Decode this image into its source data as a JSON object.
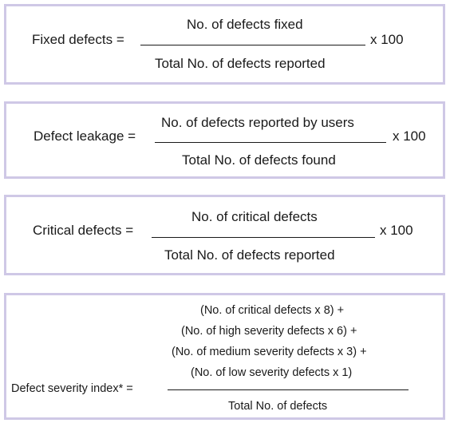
{
  "formulas": [
    {
      "label": "Fixed defects =",
      "numerator": [
        "No. of defects fixed"
      ],
      "denominator": "Total No. of defects reported",
      "multiplier": "x 100"
    },
    {
      "label": "Defect leakage =",
      "numerator": [
        "No. of defects reported by users"
      ],
      "denominator": "Total No. of defects found",
      "multiplier": "x 100"
    },
    {
      "label": "Critical defects =",
      "numerator": [
        "No. of critical defects"
      ],
      "denominator": "Total No. of defects reported",
      "multiplier": "x 100"
    },
    {
      "label": "Defect severity index* =",
      "numerator": [
        "(No. of critical defects x 8) +",
        "(No. of high severity defects x 6) +",
        "(No. of medium severity defects x 3) +",
        "(No. of low severity defects x 1)"
      ],
      "denominator": "Total No. of defects",
      "multiplier": ""
    }
  ],
  "colors": {
    "border": "#cfc8e6",
    "text": "#1a1a1a"
  }
}
